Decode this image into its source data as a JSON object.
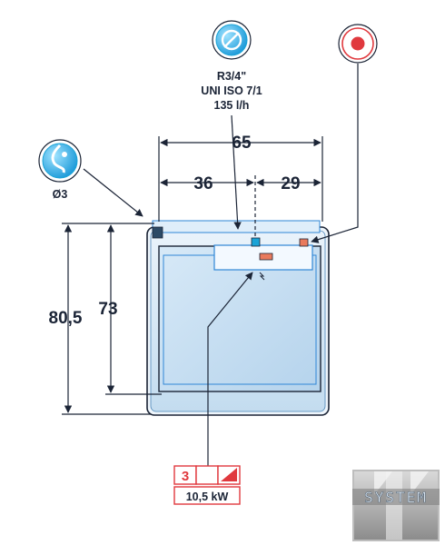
{
  "water_inlet": {
    "icon": "no-entry-circle-icon",
    "thread": "R3/4\"",
    "standard": "UNI ISO 7/1",
    "flow": "135 l/h"
  },
  "drain": {
    "icon": "drain-drop-icon",
    "diameter": "Ø3"
  },
  "electrical_connection": {
    "icon": "red-dot-circle-icon"
  },
  "dimensions": {
    "width_total": "65",
    "width_left": "36",
    "width_right": "29",
    "height_total": "80,5",
    "height_inner": "73"
  },
  "power": {
    "phases": "3",
    "rating": "10,5 kW"
  },
  "logo": {
    "text": "SYSTEM"
  },
  "colors": {
    "outline": "#1b2436",
    "panel_blue": "#cfe3f2",
    "inner_blue": "#2f86d6",
    "accent_red": "#e0393e",
    "connector_orange": "#e97a5d",
    "connector_cyan": "#1aa3d6"
  }
}
